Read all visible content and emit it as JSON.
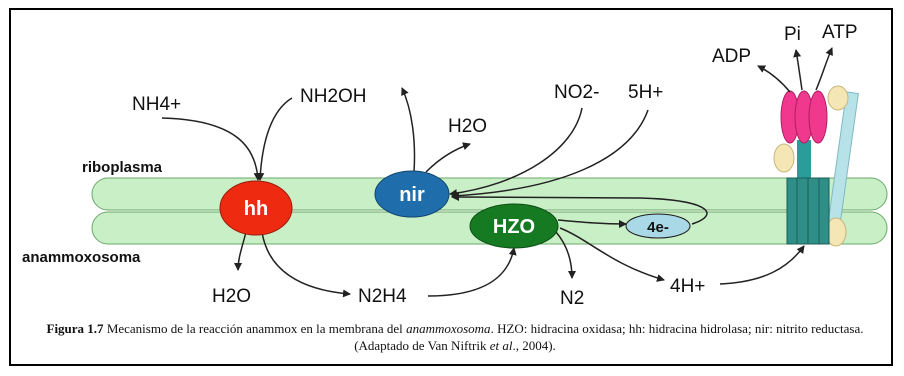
{
  "labels": {
    "riboplasma": "riboplasma",
    "anammoxosoma": "anammoxosoma",
    "nh4": "NH4+",
    "nh2oh": "NH2OH",
    "h2o_top": "H2O",
    "no2": "NO2-",
    "h5": "5H+",
    "adp": "ADP",
    "pi": "Pi",
    "atp": "ATP",
    "h2o_bottom": "H2O",
    "n2h4": "N2H4",
    "n2": "N2",
    "h4": "4H+",
    "e4": "4e-"
  },
  "enzymes": {
    "hh": "hh",
    "nir": "nir",
    "hzo": "HZO"
  },
  "caption": {
    "label": "Figura 1.7",
    "text1": "Mecanismo de la reacción anammox en la membrana del",
    "italic1": "anammoxosoma",
    "text2": ". HZO: hidracina oxidasa; hh: hidracina hidrolasa; nir: nitrito reductasa. (Adaptado de Van Niftrik",
    "italic2": "et al",
    "text3": "., 2004)."
  },
  "colors": {
    "membrane": "#c9efc6",
    "hh": "#ee2a10",
    "nir": "#1f6eab",
    "hzo": "#167a22",
    "e4": "#a9d8e6",
    "atp_head": "#f0388f",
    "atp_stalk": "#2a9d9a",
    "atp_stator": "#b7e3e8",
    "atp_ring": "#2f8f88",
    "atp_cream": "#f4e6b5"
  }
}
